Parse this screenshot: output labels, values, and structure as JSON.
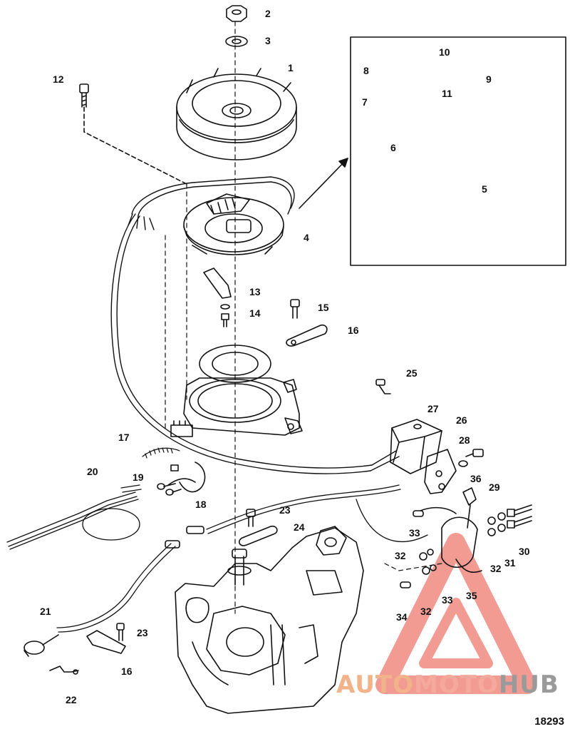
{
  "callouts": [
    "1",
    "2",
    "3",
    "4",
    "5",
    "6",
    "7",
    "8",
    "9",
    "10",
    "11",
    "12",
    "13",
    "14",
    "15",
    "16",
    "17",
    "18",
    "19",
    "20",
    "21",
    "22",
    "23",
    "24",
    "25",
    "26",
    "27",
    "28",
    "29",
    "30",
    "31",
    "32",
    "33",
    "34",
    "35",
    "36"
  ],
  "labels": {
    "c1": "1",
    "c2": "2",
    "c3": "3",
    "c4": "4",
    "c5": "5",
    "c6": "6",
    "c7": "7",
    "c8": "8",
    "c9": "9",
    "c10": "10",
    "c11": "11",
    "c12": "12",
    "c13": "13",
    "c14": "14",
    "c15": "15",
    "c16a": "16",
    "c16b": "16",
    "c17": "17",
    "c18": "18",
    "c19": "19",
    "c20": "20",
    "c21": "21",
    "c22": "22",
    "c23a": "23",
    "c23b": "23",
    "c24": "24",
    "c25": "25",
    "c26": "26",
    "c27": "27",
    "c28": "28",
    "c29": "29",
    "c30": "30",
    "c31": "31",
    "c32a": "32",
    "c32b": "32",
    "c32c": "32",
    "c33a": "33",
    "c33b": "33",
    "c34": "34",
    "c35": "35",
    "c36": "36"
  },
  "watermark": {
    "part1": "AUTO",
    "part2": "MOTO",
    "part3": "HUB"
  },
  "figure_number": "18293",
  "colors": {
    "line": "#111111",
    "watermark_red": "#f08a80",
    "watermark_orange": "#f2b28a",
    "watermark_gray": "#9a9a9a"
  }
}
